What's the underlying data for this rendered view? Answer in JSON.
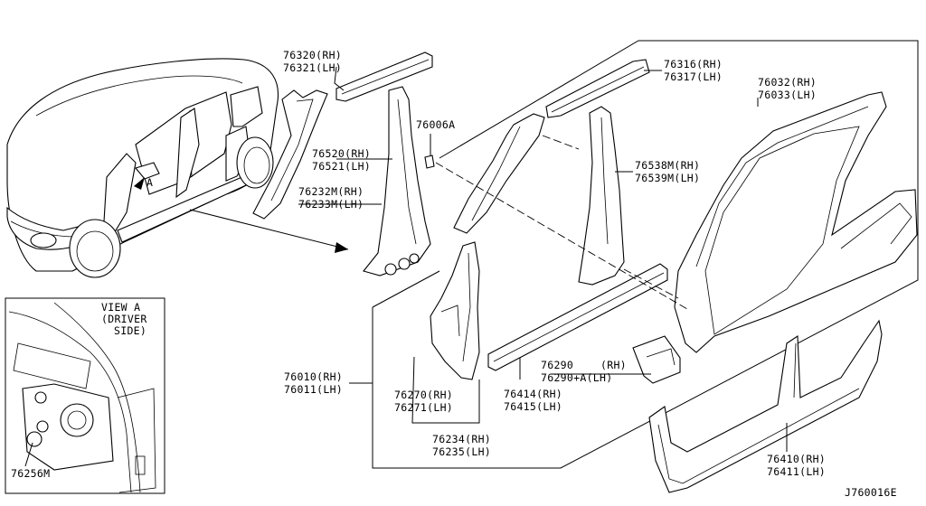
{
  "labels": {
    "p76320": "76320(RH)",
    "p76321": "76321(LH)",
    "p76006a": "76006A",
    "p76520": "76520(RH)",
    "p76521": "76521(LH)",
    "p76232m": "76232M(RH)",
    "p76233m": "76233M(LH)",
    "p76316": "76316(RH)",
    "p76317": "76317(LH)",
    "p76032": "76032(RH)",
    "p76033": "76033(LH)",
    "p76538m": "76538M(RH)",
    "p76539m": "76539M(LH)",
    "p76010": "76010(RH)",
    "p76011": "76011(LH)",
    "p76270": "76270(RH)",
    "p76271": "76271(LH)",
    "p76234": "76234(RH)",
    "p76235": "76235(LH)",
    "p76290_rh": "76290",
    "p76290_rh_side": "(RH)",
    "p76290a": "76290+A(LH)",
    "p76414": "76414(RH)",
    "p76415": "76415(LH)",
    "p76410": "76410(RH)",
    "p76411": "76411(LH)",
    "p76256m": "76256M",
    "view_a_1": "VIEW A",
    "view_a_2": "(DRIVER",
    "view_a_3": "SIDE)",
    "marker_a": "A",
    "diagram_code": "J760016E"
  }
}
